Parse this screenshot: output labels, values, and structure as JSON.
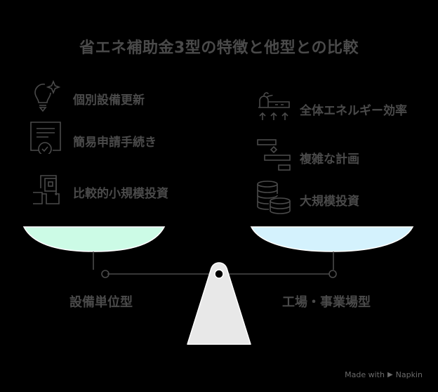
{
  "title": "省エネ補助金3型の特徴と他型との比較",
  "left": {
    "type_label": "設備単位型",
    "pan_color": "#ccfbe6",
    "features": [
      {
        "icon": "lightbulb-sparkle-icon",
        "label": "個別設備更新"
      },
      {
        "icon": "certificate-check-icon",
        "label": "簡易申請手続き"
      },
      {
        "icon": "hand-money-icon",
        "label": "比較的小規模投資"
      }
    ]
  },
  "right": {
    "type_label": "工場・事業場型",
    "pan_color": "#d4f2fd",
    "features": [
      {
        "icon": "factory-arrows-icon",
        "label": "全体エネルギー効率"
      },
      {
        "icon": "gantt-plan-icon",
        "label": "複雑な計画"
      },
      {
        "icon": "coin-stack-icon",
        "label": "大規模投資"
      }
    ]
  },
  "colors": {
    "background": "#000000",
    "text": "#4a4a4a",
    "fulcrum": "#e8e8e8",
    "beam": "#4a4a4a"
  },
  "credit": {
    "prefix": "Made with",
    "brand": "Napkin"
  }
}
